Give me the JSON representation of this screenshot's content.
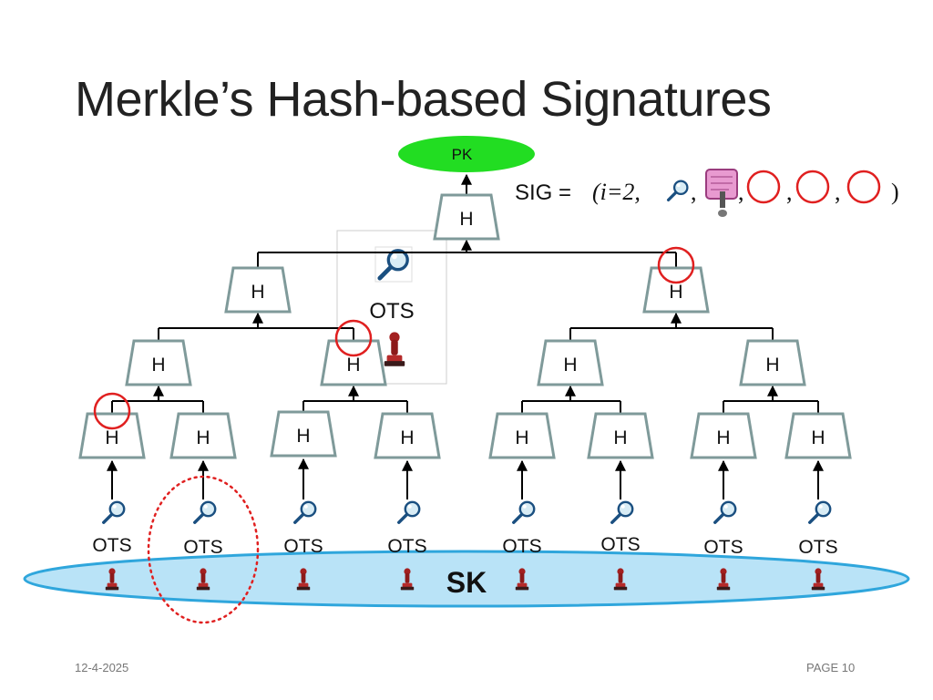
{
  "title": "Merkle’s Hash-based Signatures",
  "footer": {
    "date": "12-4-2025",
    "page": "PAGE 10"
  },
  "tree": {
    "root_label": "PK",
    "node_label": "H",
    "leaf_label": "OTS",
    "secret_key_label": "SK",
    "inset_label": "OTS"
  },
  "signature": {
    "prefix": "SIG = ",
    "index": "(i=2,",
    "sep": ",",
    "close": ")"
  },
  "colors": {
    "pk_fill": "#22dd22",
    "node_stroke": "#7f9a9a",
    "highlight_circle": "#e02020",
    "sk_fill": "#b9e3f7",
    "sk_stroke": "#2fa6dc",
    "dotted_circle": "#e02020"
  },
  "icons": [
    "magnifier-icon",
    "stamp-icon",
    "scroll-icon"
  ]
}
